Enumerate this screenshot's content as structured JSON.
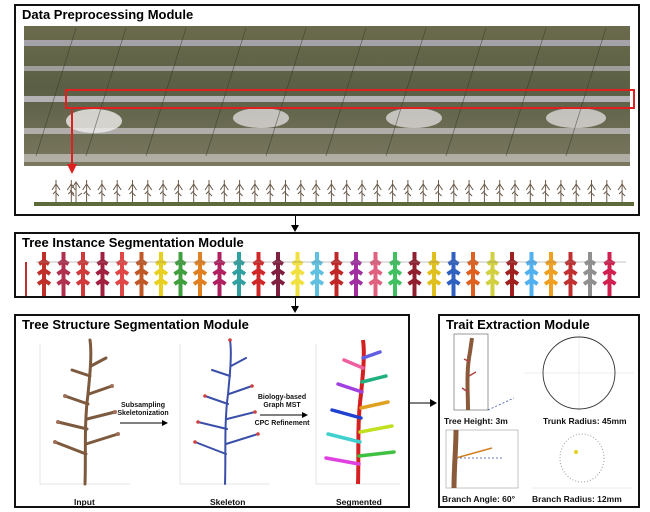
{
  "modules": {
    "preprocessing": {
      "title": "Data Preprocessing Module"
    },
    "instance": {
      "title": "Tree Instance Segmentation Module"
    },
    "structure": {
      "title": "Tree Structure Segmentation Module",
      "step1_line1": "Subsampling",
      "step1_line2": "Skeletonization",
      "step2_line1": "Biology-based",
      "step2_line2": "Graph MST",
      "step2_line3": "CPC Refinement",
      "captions": [
        "Input",
        "Skeleton",
        "Segmented"
      ]
    },
    "trait": {
      "title": "Trait Extraction Module",
      "tree_height": "Tree Height: 3m",
      "trunk_radius": "Trunk Radius: 45mm",
      "branch_angle": "Branch Angle: 60°",
      "branch_radius": "Branch Radius: 12mm"
    }
  },
  "colors": {
    "highlight": "#e02020",
    "skeleton": "#3a4fa8",
    "trunk": "#8a5a3a"
  }
}
